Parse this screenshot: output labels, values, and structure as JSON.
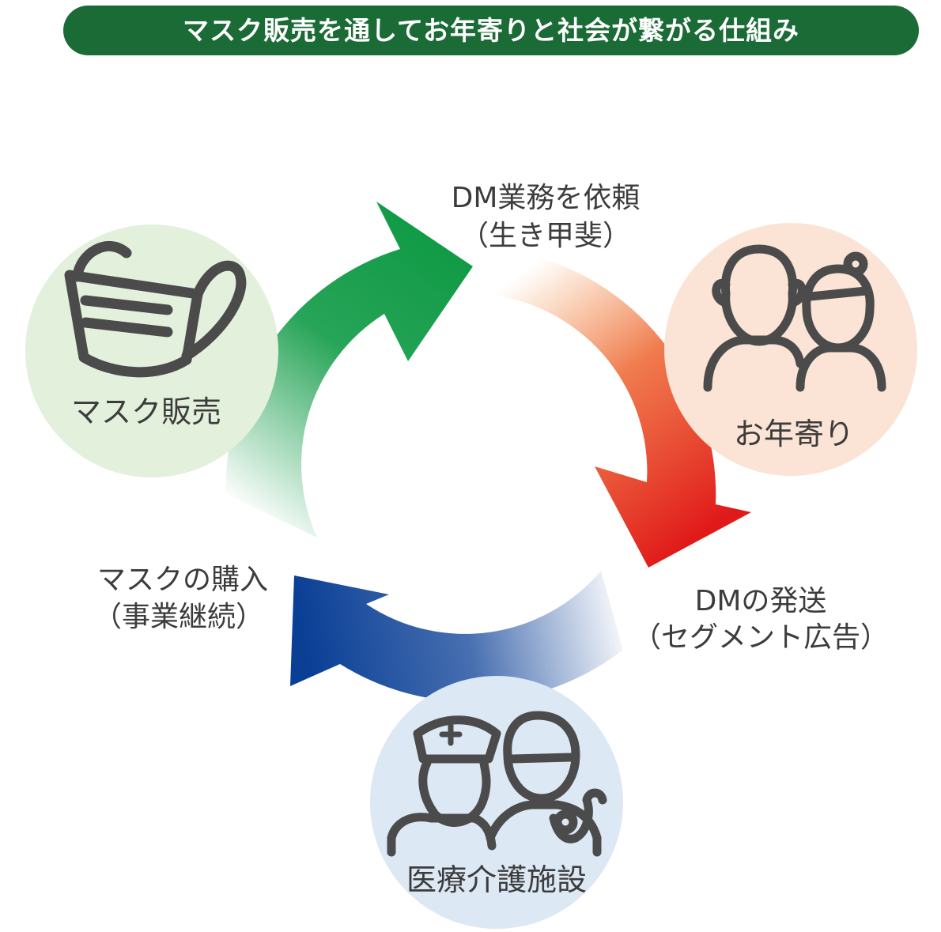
{
  "title": "マスク販売を通してお年寄りと社会が繋がる仕組み",
  "nodes": {
    "mask_sales": {
      "label": "マスク販売",
      "icon": "face-mask-icon",
      "color": "#e3f0dc"
    },
    "elderly": {
      "label": "お年寄り",
      "icon": "elderly-couple-icon",
      "color": "#fbe4d6"
    },
    "medical": {
      "label": "医療介護施設",
      "icon": "nurse-doctor-icon",
      "color": "#dde8f5"
    }
  },
  "flows": {
    "dm_request": {
      "line1": "DM業務を依頼",
      "line2": "（生き甲斐）",
      "color": "#0f9a45"
    },
    "dm_send": {
      "line1": "DMの発送",
      "line2": "（セグメント広告）",
      "color": "#e01a1a"
    },
    "mask_purchase": {
      "line1": "マスクの購入",
      "line2": "（事業継続）",
      "color": "#0a3f96"
    }
  }
}
